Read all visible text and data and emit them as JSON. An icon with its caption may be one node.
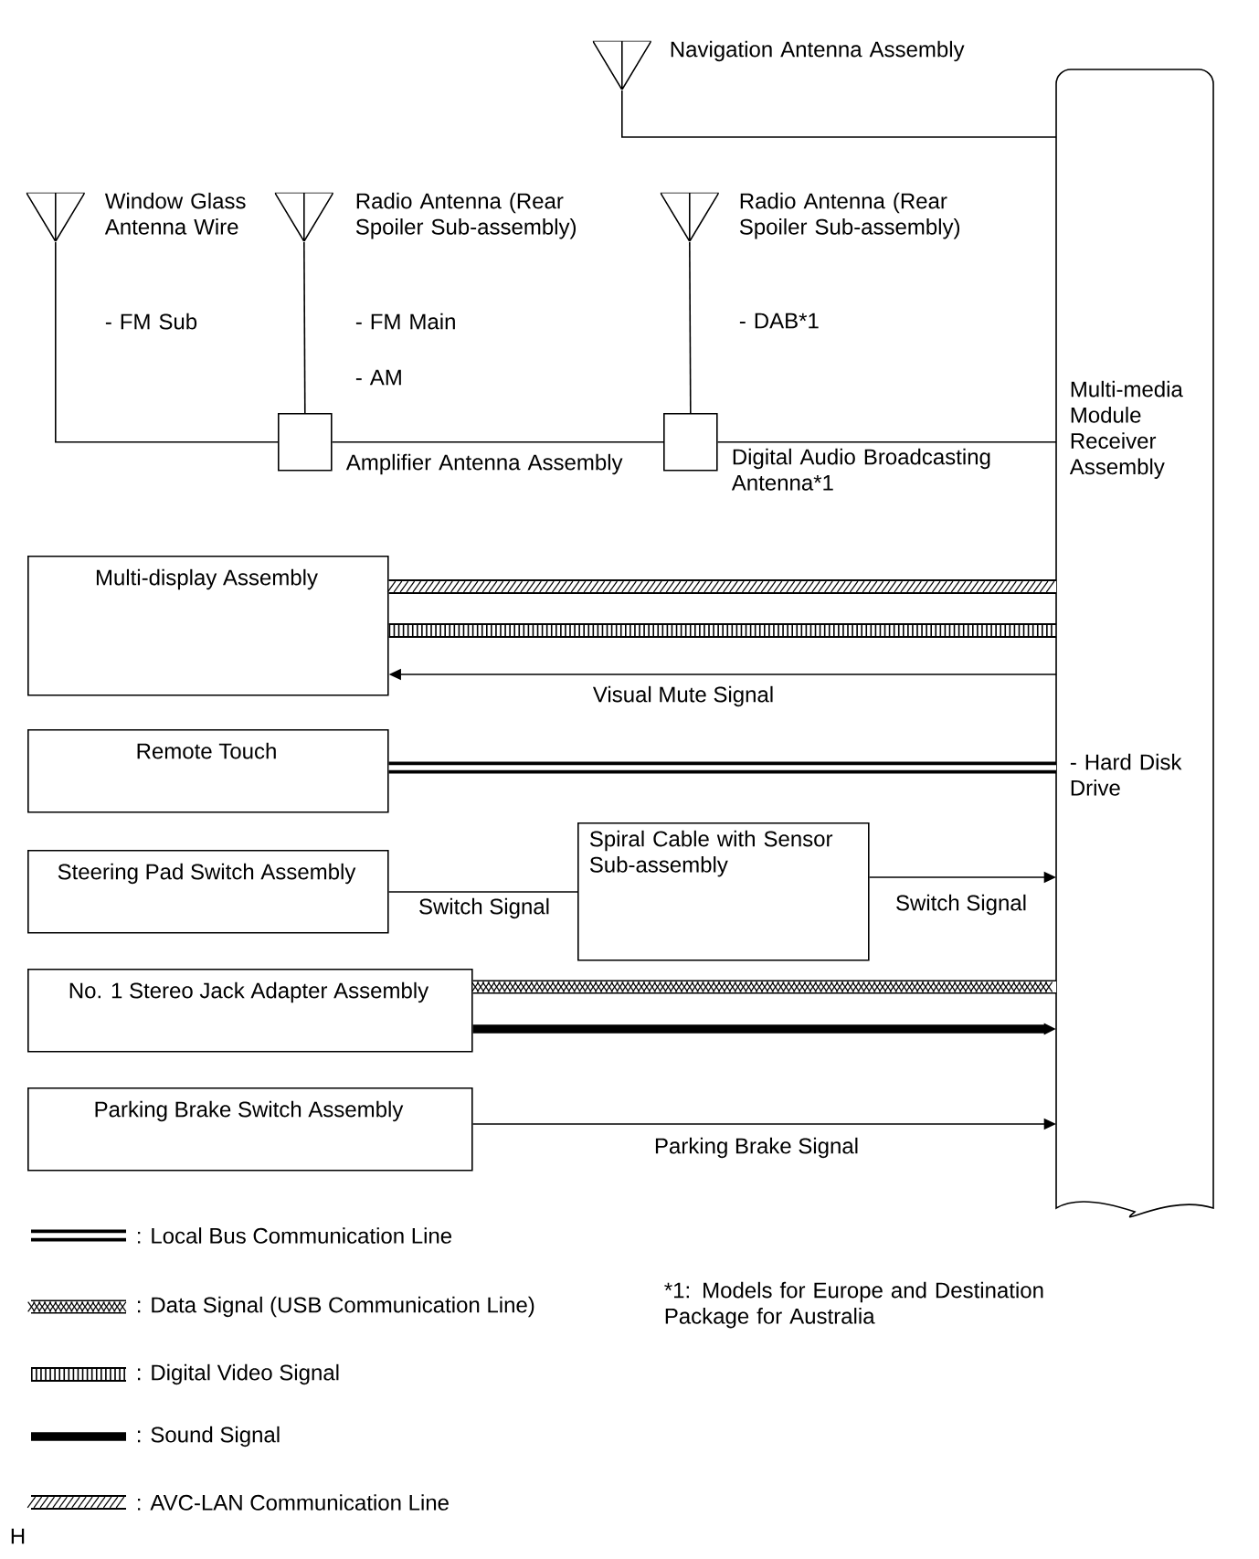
{
  "diagram": {
    "nodes": [
      {
        "text": [],
        "shape": "antenna",
        "beside": [
          "Navigation Antenna Assembly"
        ]
      },
      {
        "text": [],
        "shape": "antenna",
        "beside": [
          "Window Glass Antenna Wire",
          "- FM Sub"
        ]
      },
      {
        "text": [],
        "shape": "antenna",
        "beside": [
          "Radio Antenna (Rear Spoiler Sub-assembly)",
          "- FM Main",
          "- AM"
        ]
      },
      {
        "text": [],
        "shape": "antenna",
        "beside": [
          "Radio Antenna (Rear Spoiler Sub-assembly)",
          "- DAB*1"
        ]
      },
      {
        "text": [],
        "shape": "box",
        "beside": [
          "Amplifier Antenna Assembly"
        ]
      },
      {
        "text": [],
        "shape": "box",
        "beside": [
          "Digital Audio Broadcasting Antenna*1"
        ]
      },
      {
        "text": [
          "Multi-media Module Receiver Assembly",
          "- Hard Disk Drive"
        ]
      },
      {
        "text": [
          "Multi-display Assembly"
        ]
      },
      {
        "text": [
          "Remote Touch"
        ]
      },
      {
        "text": [
          "Steering Pad Switch Assembly"
        ]
      },
      {
        "text": [
          "Spiral Cable with Sensor Sub-assembly"
        ]
      },
      {
        "text": [
          "No. 1 Stereo Jack Adapter Assembly"
        ]
      },
      {
        "text": [
          "Parking Brake Switch Assembly"
        ]
      }
    ],
    "edges": [
      {
        "from": 0,
        "to": 6,
        "arrow": "none"
      },
      {
        "from": 1,
        "to": 4,
        "arrow": "none"
      },
      {
        "from": 2,
        "to": 4,
        "arrow": "none"
      },
      {
        "from": 4,
        "to": 5,
        "arrow": "none"
      },
      {
        "from": 3,
        "to": 5,
        "arrow": "none"
      },
      {
        "from": 5,
        "to": 6,
        "arrow": "none"
      },
      {
        "from": 7,
        "to": 6,
        "arrow": "none",
        "style": "thick"
      },
      {
        "from": 7,
        "to": 6,
        "arrow": "none",
        "style": "thick"
      },
      {
        "from": 6,
        "to": 7,
        "arrow": "to",
        "label": "Visual Mute Signal"
      },
      {
        "from": 8,
        "to": 6,
        "arrow": "none",
        "style": "thick"
      },
      {
        "from": 9,
        "to": 10,
        "arrow": "none",
        "label": "Switch Signal"
      },
      {
        "from": 10,
        "to": 6,
        "arrow": "to",
        "label": "Switch Signal"
      },
      {
        "from": 11,
        "to": 6,
        "arrow": "none",
        "style": "thick"
      },
      {
        "from": 11,
        "to": 6,
        "arrow": "to",
        "style": "thick"
      },
      {
        "from": 12,
        "to": 6,
        "arrow": "to",
        "label": "Parking Brake Signal"
      }
    ],
    "labels": [
      "*1: Models for Europe and Destination Package for Australia",
      "H"
    ],
    "legend": [
      {
        "text": ": Local Bus Communication Line"
      },
      {
        "text": ": Data Signal (USB Communication Line)"
      },
      {
        "text": ": Digital Video Signal"
      },
      {
        "text": ": Sound Signal"
      },
      {
        "text": ": AVC-LAN Communication Line"
      }
    ]
  }
}
